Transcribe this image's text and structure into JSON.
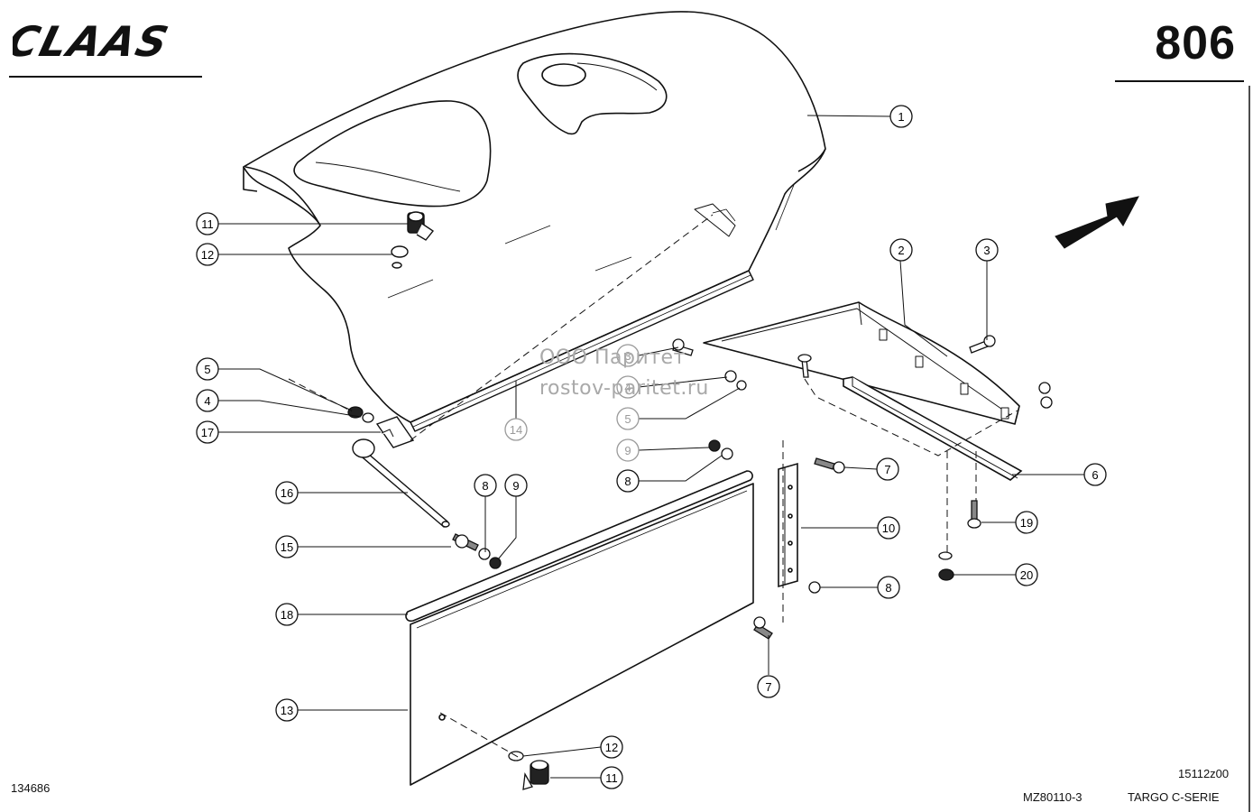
{
  "header": {
    "brand": "CLAAS",
    "page_number": "806"
  },
  "footer": {
    "left_code": "134686",
    "drawing_code": "MZ80110-3",
    "right_code": "15112z00",
    "series": "TARGO C-SERIE"
  },
  "watermark": {
    "line1": "ООО Паритет",
    "line2": "rostov-paritet.ru"
  },
  "callouts": [
    {
      "id": "c1",
      "label": "1"
    },
    {
      "id": "c11a",
      "label": "11"
    },
    {
      "id": "c12a",
      "label": "12"
    },
    {
      "id": "c2",
      "label": "2"
    },
    {
      "id": "c3",
      "label": "3"
    },
    {
      "id": "c5a",
      "label": "5"
    },
    {
      "id": "c4a",
      "label": "4"
    },
    {
      "id": "c17",
      "label": "17"
    },
    {
      "id": "c14",
      "label": "14"
    },
    {
      "id": "c3g",
      "label": "3"
    },
    {
      "id": "c4g",
      "label": "4"
    },
    {
      "id": "c5g",
      "label": "5"
    },
    {
      "id": "c9g",
      "label": "9"
    },
    {
      "id": "c8b",
      "label": "8"
    },
    {
      "id": "c16",
      "label": "16"
    },
    {
      "id": "c8a",
      "label": "8"
    },
    {
      "id": "c9a",
      "label": "9"
    },
    {
      "id": "c15",
      "label": "15"
    },
    {
      "id": "c7a",
      "label": "7"
    },
    {
      "id": "c6",
      "label": "6"
    },
    {
      "id": "c10",
      "label": "10"
    },
    {
      "id": "c19",
      "label": "19"
    },
    {
      "id": "c20",
      "label": "20"
    },
    {
      "id": "c8c",
      "label": "8"
    },
    {
      "id": "c18",
      "label": "18"
    },
    {
      "id": "c7b",
      "label": "7"
    },
    {
      "id": "c13",
      "label": "13"
    },
    {
      "id": "c12b",
      "label": "12"
    },
    {
      "id": "c11b",
      "label": "11"
    }
  ]
}
